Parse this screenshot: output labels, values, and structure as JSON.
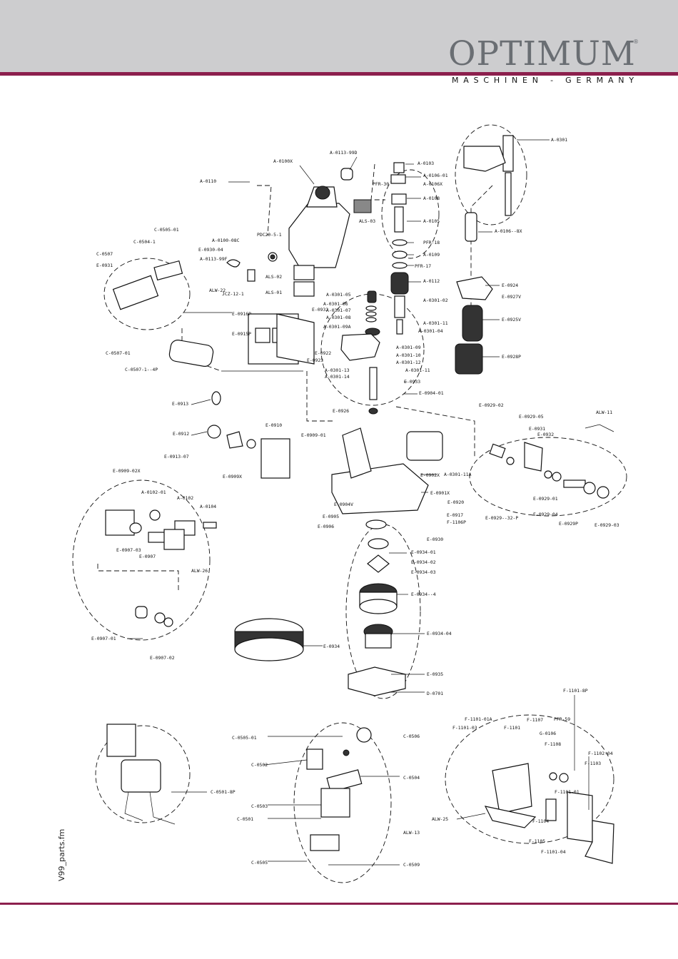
{
  "brand": {
    "name": "OPTIMUM",
    "registered": "®",
    "tagline": "MASCHINEN - GERMANY",
    "color_rule": "#8c1f4d",
    "color_header": "#cdcdcf"
  },
  "footer": {
    "filename": "V99_parts.fm"
  },
  "labels": [
    "A-0301",
    "A-0113-99D",
    "A-0100X",
    "A-0103",
    "A-0106-01",
    "A-0106X",
    "A-0110",
    "PFR-30",
    "A-0108",
    "ALS-03",
    "A-0105",
    "A-0106--8X",
    "C-0505-01",
    "C-0504-1",
    "PDC20-5-1",
    "A-0100-08C",
    "E-0930-04",
    "A-0113-99F",
    "PFR-18",
    "A-0109",
    "PFR-17",
    "C-0507",
    "E-0931",
    "ALW-22",
    "JCZ-12-1",
    "ALS-02",
    "ALS-01",
    "A-0112",
    "E-0924",
    "E-0927V",
    "A-0301-05",
    "A-0301-06",
    "A-0301-07",
    "A-0301-08",
    "A-0301-02",
    "A-0301-11",
    "A-0301-09A",
    "A-0301-04",
    "E-0932",
    "E-0916P",
    "E-0915P",
    "E-0925V",
    "C-0507-01",
    "A-0301-09",
    "A-0301-10",
    "A-0301-12",
    "E-0922",
    "E-0923",
    "A-0301-13",
    "A-0301-14",
    "A-0301-11",
    "E-0928P",
    "C-0507-1--4P",
    "E-0933",
    "E-0904-01",
    "E-0913",
    "E-0926",
    "E-0929-02",
    "E-0929-05",
    "ALW-11",
    "E-0910",
    "E-0912",
    "E-0909-01",
    "E-0931",
    "E-0932",
    "E-0913-07",
    "E-0909X",
    "E-0902X",
    "A-0301-11A",
    "E-0909-02X",
    "E-0901X",
    "A-0102-01",
    "A-0102",
    "E-0929-01",
    "A-0104",
    "E-0904V",
    "E-0920",
    "E-0929--32-P",
    "E-0929-04",
    "E-0929P",
    "E-0929-03",
    "E-0905",
    "E-0917",
    "F-1106P",
    "E-0906",
    "E-0907-03",
    "E-0907",
    "ALW-26",
    "E-0930",
    "E-0934-01",
    "E-0934-02",
    "E-0934-03",
    "E-0934--4",
    "E-0934-04",
    "E-0907-01",
    "E-0934",
    "E-0907-02",
    "E-0935",
    "D-0701",
    "F-1101-8P",
    "PFR-59",
    "F-1101-01A",
    "F-1107",
    "C-0505-01",
    "C-0506",
    "F-1101-03",
    "F-1101",
    "G-0106",
    "F-1108",
    "F-1102-04",
    "C-0502",
    "F-1103",
    "C-0504",
    "C-0501-8P",
    "F-1101-01",
    "C-0503",
    "ALW-25",
    "C-0501",
    "F-1104",
    "ALW-13",
    "F-1105",
    "F-1101-04",
    "C-0505",
    "C-0509"
  ]
}
